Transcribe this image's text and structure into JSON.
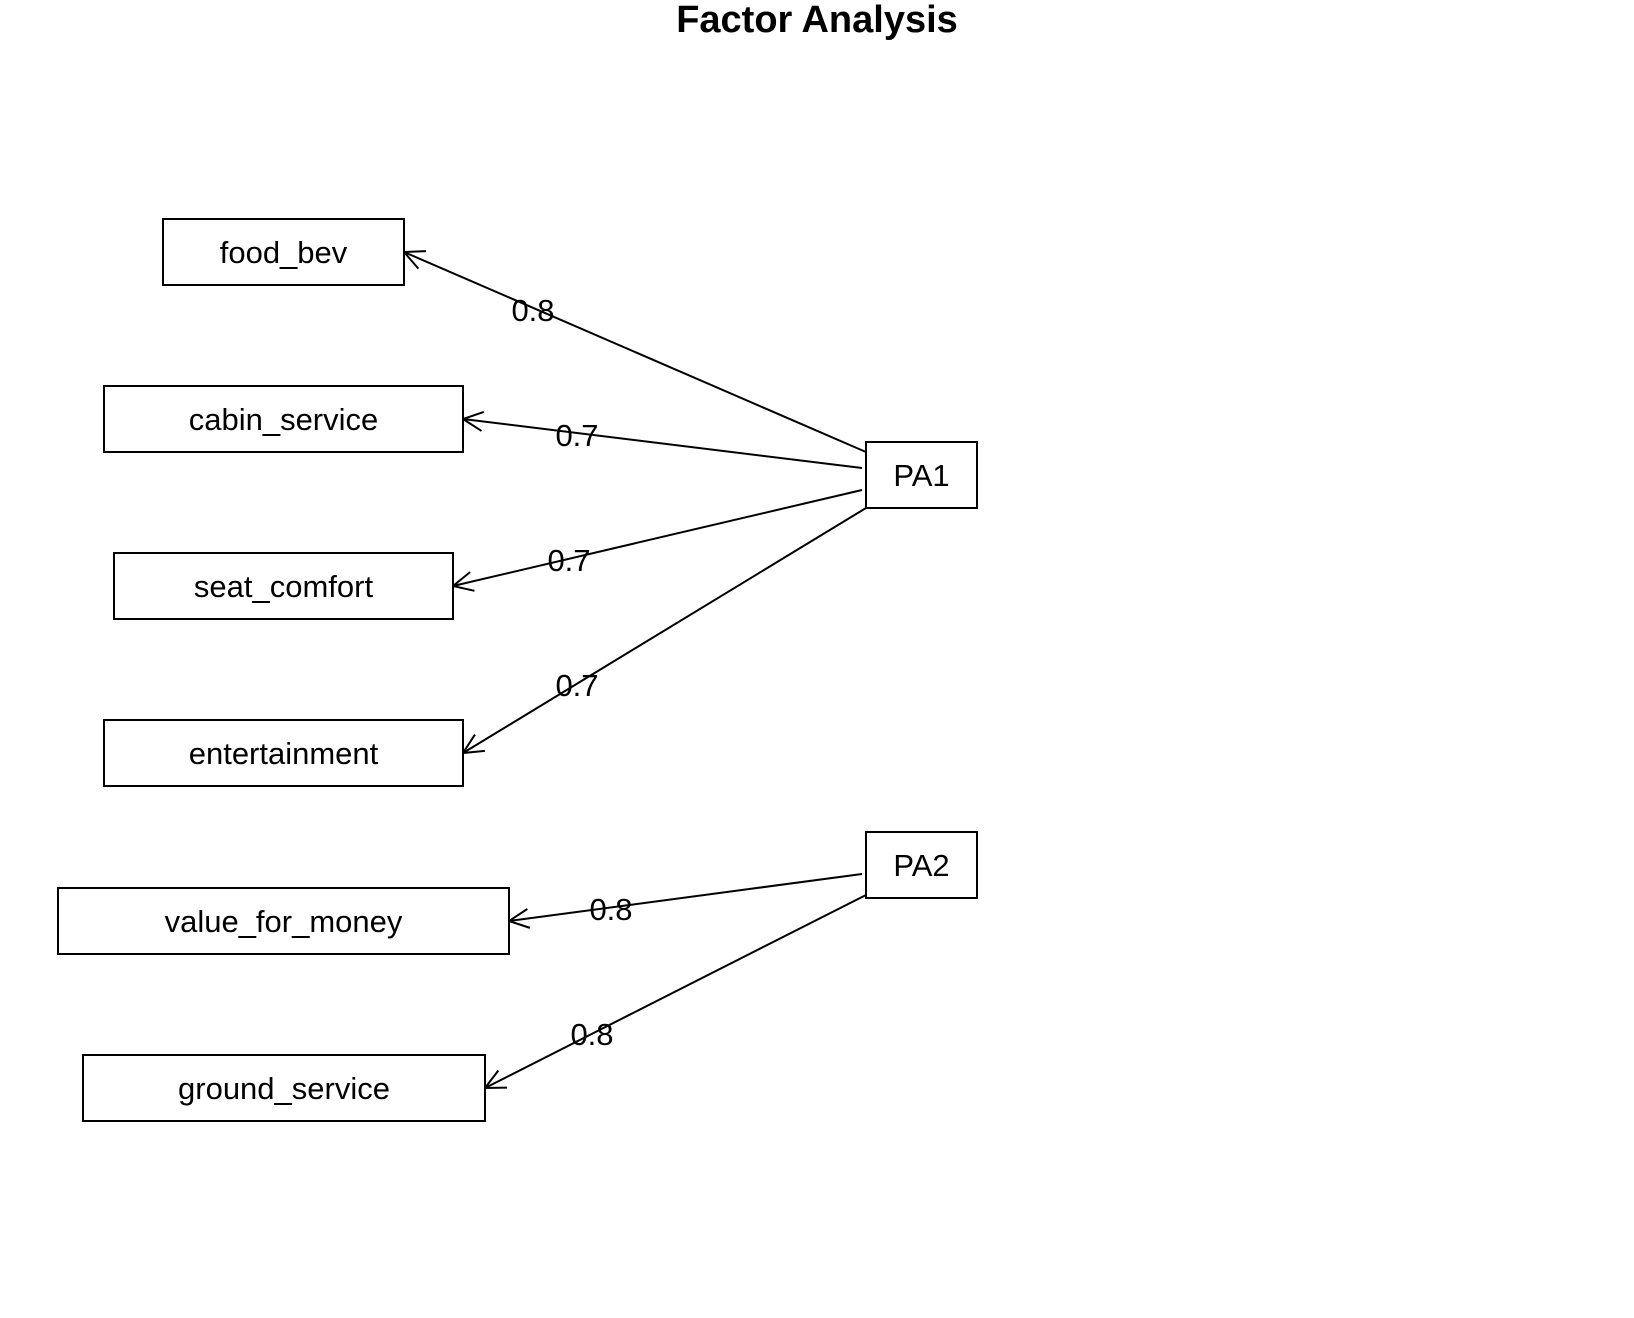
{
  "title": "Factor Analysis",
  "factors": [
    {
      "id": "PA1",
      "label": "PA1"
    },
    {
      "id": "PA2",
      "label": "PA2"
    }
  ],
  "variables": [
    {
      "id": "food_bev",
      "label": "food_bev"
    },
    {
      "id": "cabin_service",
      "label": "cabin_service"
    },
    {
      "id": "seat_comfort",
      "label": "seat_comfort"
    },
    {
      "id": "entertainment",
      "label": "entertainment"
    },
    {
      "id": "value_for_money",
      "label": "value_for_money"
    },
    {
      "id": "ground_service",
      "label": "ground_service"
    }
  ],
  "loadings": [
    {
      "from": "PA1",
      "to": "food_bev",
      "value": "0.8"
    },
    {
      "from": "PA1",
      "to": "cabin_service",
      "value": "0.7"
    },
    {
      "from": "PA1",
      "to": "seat_comfort",
      "value": "0.7"
    },
    {
      "from": "PA1",
      "to": "entertainment",
      "value": "0.7"
    },
    {
      "from": "PA2",
      "to": "value_for_money",
      "value": "0.8"
    },
    {
      "from": "PA2",
      "to": "ground_service",
      "value": "0.8"
    }
  ]
}
